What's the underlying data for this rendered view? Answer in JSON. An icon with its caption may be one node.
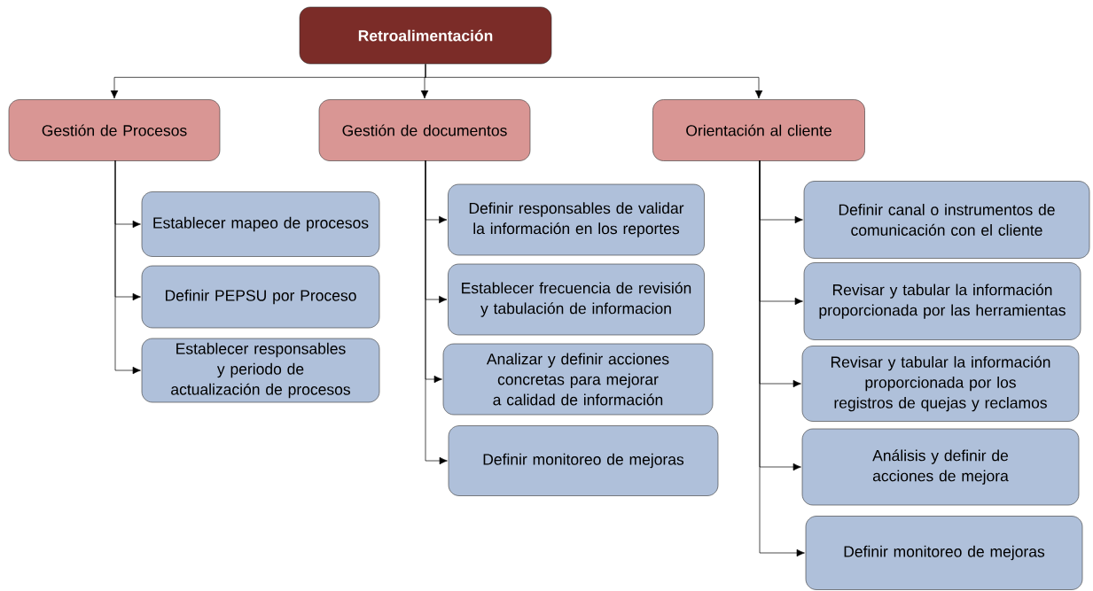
{
  "diagram": {
    "nodes": [
      {
        "text": [
          "Retroalimentación"
        ]
      },
      {
        "text": [
          "Gestión de Procesos"
        ]
      },
      {
        "text": [
          "Gestión de documentos"
        ]
      },
      {
        "text": [
          "Orientación al cliente"
        ]
      },
      {
        "text": [
          "Establecer mapeo de procesos"
        ]
      },
      {
        "text": [
          "Definir PEPSU por Proceso"
        ]
      },
      {
        "text": [
          "Establecer responsables y periodo de actualización de procesos"
        ]
      },
      {
        "text": [
          "Definir responsables de validar la información en los reportes"
        ]
      },
      {
        "text": [
          "Establecer frecuencia de revisión y tabulación de informacion"
        ]
      },
      {
        "text": [
          "Analizar y definir acciones concretas para mejorar a calidad de información"
        ]
      },
      {
        "text": [
          "Definir monitoreo de mejoras"
        ]
      },
      {
        "text": [
          "Definir canal o instrumentos de comunicación con el cliente"
        ]
      },
      {
        "text": [
          "Revisar y tabular la información proporcionada por las herramientas"
        ]
      },
      {
        "text": [
          "Revisar y tabular la información proporcionada por los registros de quejas y reclamos"
        ]
      },
      {
        "text": [
          "Análisis y definir de acciones de mejora"
        ]
      },
      {
        "text": [
          "Definir monitoreo de mejoras"
        ]
      }
    ],
    "edges": [
      {
        "from": 0,
        "to": 1,
        "arrow": "to"
      },
      {
        "from": 0,
        "to": 2,
        "arrow": "to"
      },
      {
        "from": 0,
        "to": 3,
        "arrow": "to"
      },
      {
        "from": 1,
        "to": 4,
        "arrow": "to"
      },
      {
        "from": 1,
        "to": 5,
        "arrow": "to"
      },
      {
        "from": 1,
        "to": 6,
        "arrow": "to"
      },
      {
        "from": 2,
        "to": 7,
        "arrow": "to"
      },
      {
        "from": 2,
        "to": 8,
        "arrow": "to"
      },
      {
        "from": 2,
        "to": 9,
        "arrow": "to"
      },
      {
        "from": 2,
        "to": 10,
        "arrow": "to"
      },
      {
        "from": 3,
        "to": 11,
        "arrow": "to"
      },
      {
        "from": 3,
        "to": 12,
        "arrow": "to"
      },
      {
        "from": 3,
        "to": 13,
        "arrow": "to"
      },
      {
        "from": 3,
        "to": 14,
        "arrow": "to"
      },
      {
        "from": 3,
        "to": 15,
        "arrow": "to"
      }
    ]
  }
}
